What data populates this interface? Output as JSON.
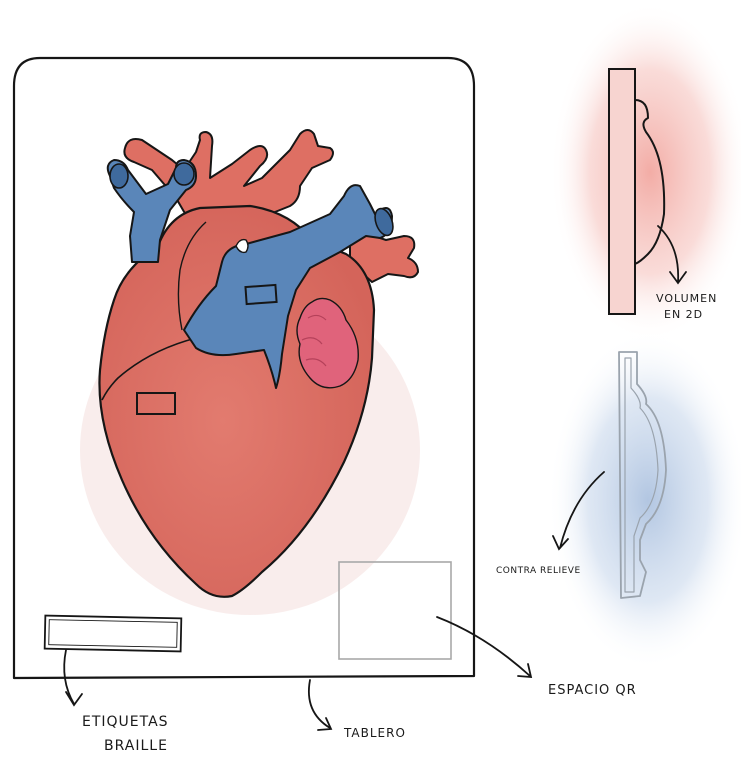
{
  "labels": {
    "volumen_line1": "volumen",
    "volumen_line2": "en 2D",
    "contrarelieve": "contra relieve",
    "espacio_qr": "ESPACIO QR",
    "tablero": "TABLERO",
    "etiquetas_line1": "ETIQUETAS",
    "etiquetas_line2": "Braille"
  },
  "colors": {
    "heart_red": "#de6f63",
    "heart_red_dark": "#c9574c",
    "vessel_blue": "#5a86b9",
    "appendage_pink": "#e0637b",
    "outline": "#161616",
    "qr_box": "#a8a8a8",
    "side_red_glow": "#f4b3ad",
    "side_blue_glow": "#b9cce4",
    "side_red_board": "#f7d4d0"
  }
}
